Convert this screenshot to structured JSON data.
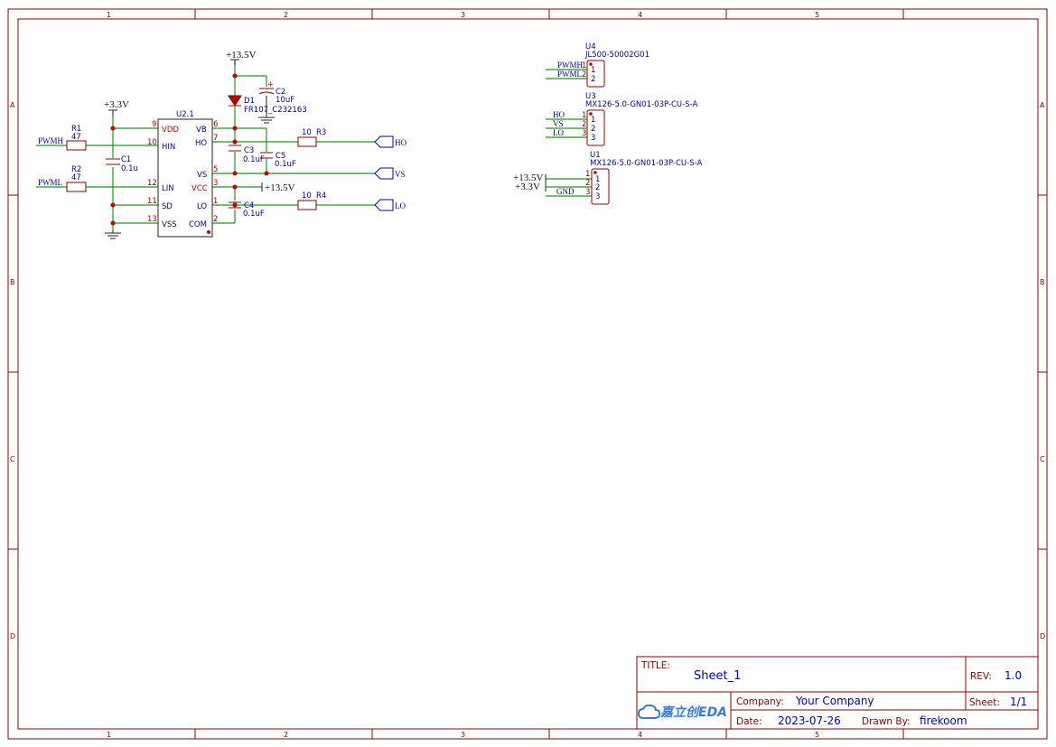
{
  "frame": {
    "columns": [
      "1",
      "2",
      "3",
      "4",
      "5"
    ],
    "rows": [
      "A",
      "B",
      "C",
      "D"
    ]
  },
  "title_block": {
    "title_label": "TITLE:",
    "title": "Sheet_1",
    "rev_label": "REV:",
    "rev": "1.0",
    "company_label": "Company:",
    "company": "Your Company",
    "sheet_label": "Sheet:",
    "sheet": "1/1",
    "date_label": "Date:",
    "date": "2023-07-26",
    "drawn_label": "Drawn By:",
    "drawn_by": "firekoom",
    "logo_text": "嘉立创EDA"
  },
  "power": {
    "v135": "+13.5V",
    "v33": "+3.3V"
  },
  "nets": {
    "pwmh": "PWMH",
    "pwml": "PWML",
    "ho": "HO",
    "vs": "VS",
    "lo": "LO",
    "gnd": "GND"
  },
  "components": {
    "r1": {
      "ref": "R1",
      "value": "47"
    },
    "r2": {
      "ref": "R2",
      "value": "47"
    },
    "r3": {
      "ref": "R3",
      "value": "10"
    },
    "r4": {
      "ref": "R4",
      "value": "10"
    },
    "c1": {
      "ref": "C1",
      "value": "0.1u"
    },
    "c2": {
      "ref": "C2",
      "value": "10uF"
    },
    "c3": {
      "ref": "C3",
      "value": "0.1uF"
    },
    "c4": {
      "ref": "C4",
      "value": "0.1uF"
    },
    "c5": {
      "ref": "C5",
      "value": "0.1uF"
    },
    "d1": {
      "ref": "D1",
      "value": "FR107_C232163"
    },
    "u21": {
      "ref": "U2.1",
      "left_pins": [
        {
          "num": "9",
          "name": "VDD"
        },
        {
          "num": "10",
          "name": "HIN"
        },
        {
          "num": "12",
          "name": "LIN"
        },
        {
          "num": "11",
          "name": "SD"
        },
        {
          "num": "13",
          "name": "VSS"
        }
      ],
      "right_pins": [
        {
          "num": "6",
          "name": "VB"
        },
        {
          "num": "7",
          "name": "HO"
        },
        {
          "num": "5",
          "name": "VS"
        },
        {
          "num": "3",
          "name": "VCC"
        },
        {
          "num": "1",
          "name": "LO"
        },
        {
          "num": "2",
          "name": "COM"
        }
      ]
    },
    "u4": {
      "ref": "U4",
      "value": "JL500-50002G01",
      "pins": [
        "1",
        "2"
      ]
    },
    "u3": {
      "ref": "U3",
      "value": "MX126-5.0-GN01-03P-CU-S-A",
      "pins": [
        "1",
        "2",
        "3"
      ]
    },
    "u1": {
      "ref": "U1",
      "value": "MX126-5.0-GN01-03P-CU-S-A",
      "pins": [
        "1",
        "2",
        "3"
      ]
    }
  }
}
